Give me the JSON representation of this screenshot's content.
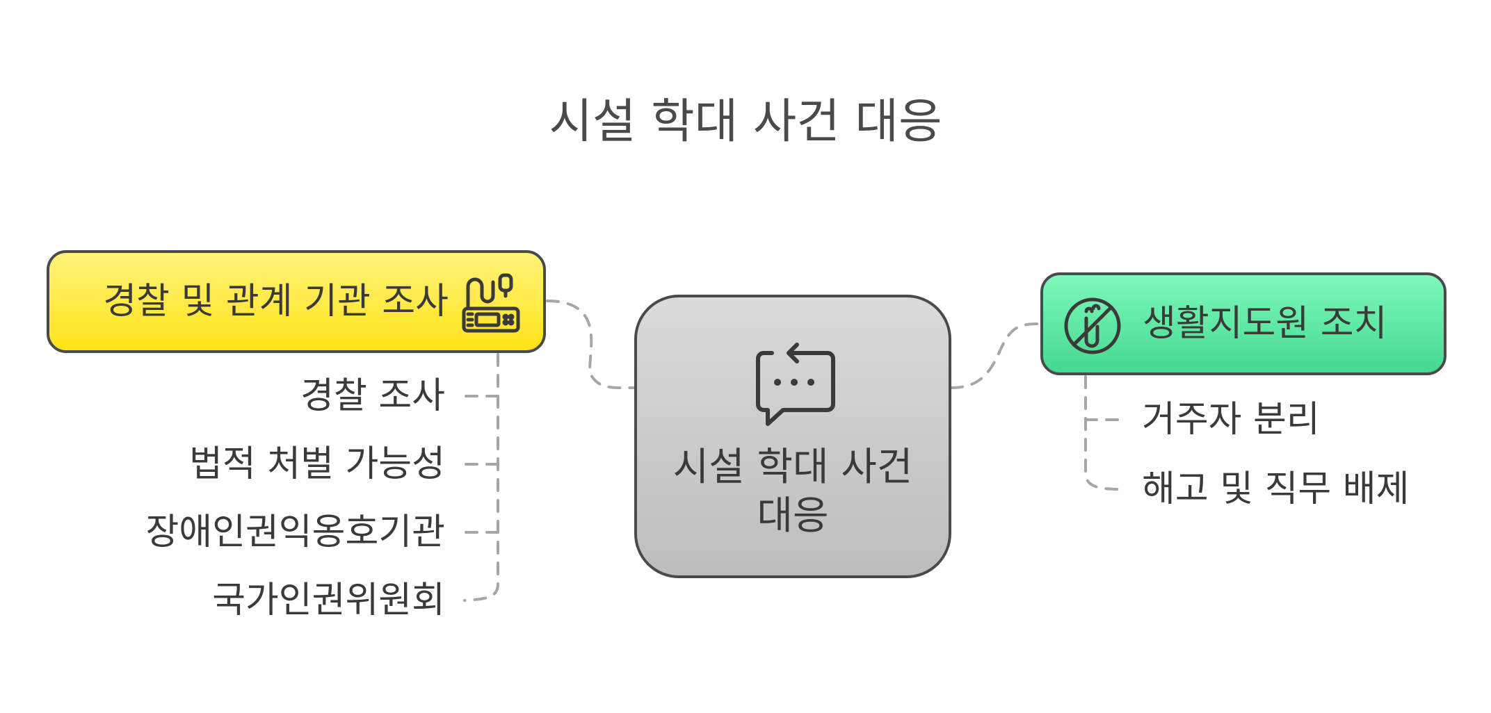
{
  "title": "시설 학대 사건 대응",
  "center": {
    "label": "시설 학대 사건 대응",
    "icon": "chat-refresh-icon"
  },
  "left_branch": {
    "label": "경찰 및 관계 기관 조사",
    "icon": "police-radio-icon",
    "color": "#ffe31a",
    "children": [
      "경찰 조사",
      "법적 처벌 가능성",
      "장애인권익옹호기관",
      "국가인권위원회"
    ]
  },
  "right_branch": {
    "label": "생활지도원 조치",
    "icon": "no-contact-icon",
    "color": "#45d98f",
    "children": [
      "거주자 분리",
      "해고 및 직무 배제"
    ]
  }
}
